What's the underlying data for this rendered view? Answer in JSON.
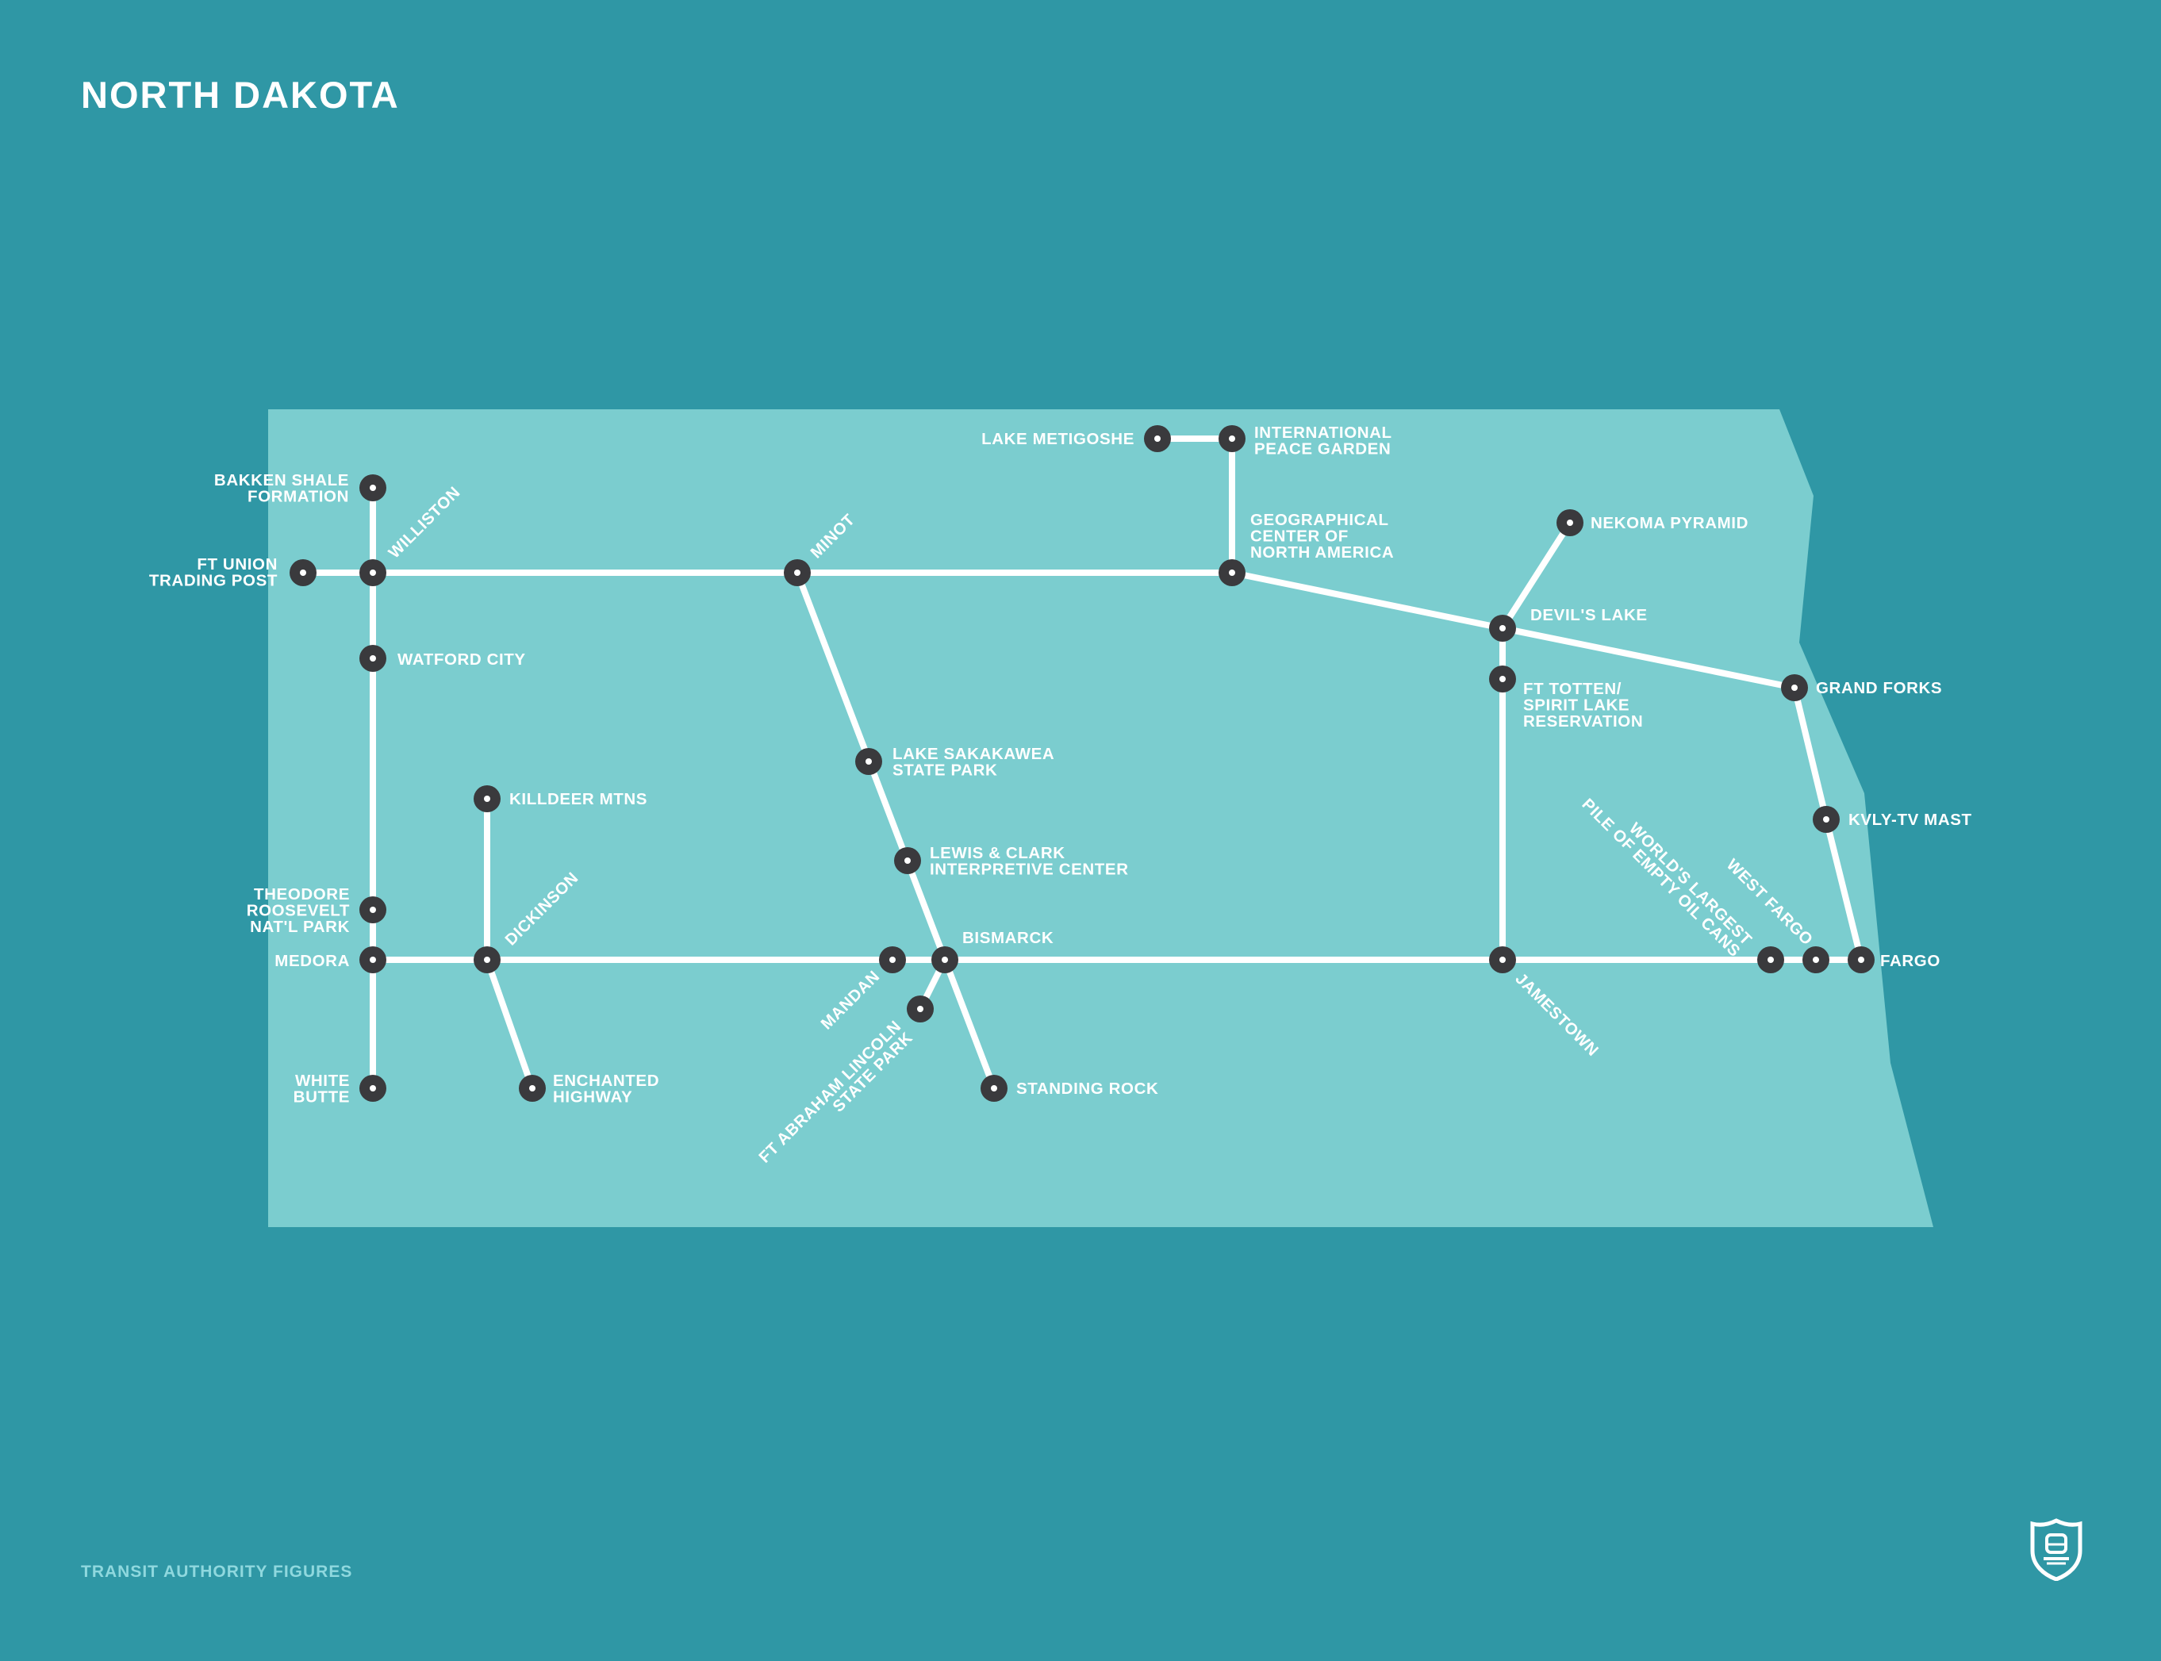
{
  "title": "NORTH DAKOTA",
  "footer": "TRANSIT AUTHORITY FIGURES",
  "logo_icon": "transit-shield-icon",
  "colors": {
    "background": "#2f97a5",
    "state_fill": "#7bcdcf",
    "route_line": "#ffffff",
    "station": "#3a3a3d",
    "label": "#ffffff",
    "footer_text": "#8fd8de"
  },
  "stations": {
    "lake_metigoshe": [
      "LAKE METIGOSHE"
    ],
    "intl_peace_garden": [
      "INTERNATIONAL",
      "PEACE GARDEN"
    ],
    "bakken": [
      "BAKKEN SHALE",
      "FORMATION"
    ],
    "williston": [
      "WILLISTON"
    ],
    "ft_union": [
      "FT UNION",
      "TRADING POST"
    ],
    "minot": [
      "MINOT"
    ],
    "geo_center": [
      "GEOGRAPHICAL",
      "CENTER OF",
      "NORTH AMERICA"
    ],
    "nekoma": [
      "NEKOMA PYRAMID"
    ],
    "devils_lake": [
      "DEVIL'S LAKE"
    ],
    "ft_totten": [
      "FT TOTTEN/",
      "SPIRIT LAKE",
      "RESERVATION"
    ],
    "grand_forks": [
      "GRAND FORKS"
    ],
    "watford_city": [
      "WATFORD CITY"
    ],
    "lake_sakakawea": [
      "LAKE SAKAKAWEA",
      "STATE PARK"
    ],
    "killdeer": [
      "KILLDEER MTNS"
    ],
    "lewis_clark": [
      "LEWIS & CLARK",
      "INTERPRETIVE CENTER"
    ],
    "kvly": [
      "KVLY-TV MAST"
    ],
    "theodore_roosevelt": [
      "THEODORE",
      "ROOSEVELT",
      "NAT'L PARK"
    ],
    "medora": [
      "MEDORA"
    ],
    "dickinson": [
      "DICKINSON"
    ],
    "mandan": [
      "MANDAN"
    ],
    "bismarck": [
      "BISMARCK"
    ],
    "ft_abraham_lincoln": [
      "FT ABRAHAM LINCOLN",
      "STATE PARK"
    ],
    "jamestown": [
      "JAMESTOWN"
    ],
    "worlds_largest": [
      "WORLD'S LARGEST",
      "PILE OF EMPTY OIL CANS"
    ],
    "west_fargo": [
      "WEST FARGO"
    ],
    "fargo": [
      "FARGO"
    ],
    "white_butte": [
      "WHITE",
      "BUTTE"
    ],
    "enchanted_highway": [
      "ENCHANTED",
      "HIGHWAY"
    ],
    "standing_rock": [
      "STANDING ROCK"
    ]
  }
}
